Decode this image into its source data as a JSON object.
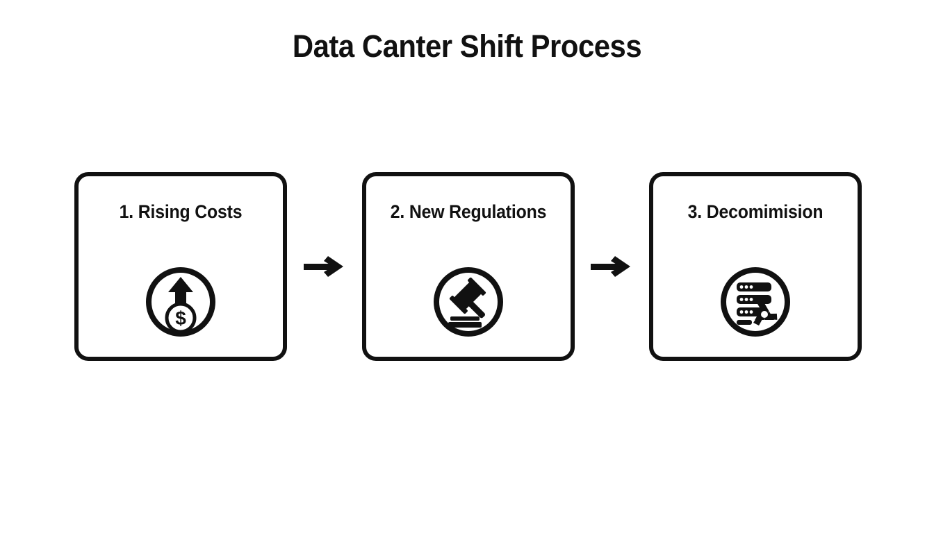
{
  "page": {
    "title": "Data Canter Shift Process",
    "background_color": "#ffffff",
    "ink_color": "#111111"
  },
  "diagram": {
    "type": "linear-process-flow",
    "orientation": "horizontal",
    "step_count": 3,
    "connector_count": 2,
    "steps": [
      {
        "index": "1",
        "label": "1. Rising Costs",
        "icon_name": "rising-cost-arrow-dollar-icon",
        "icon_description": "circle containing upward arrow above a dollar coin"
      },
      {
        "index": "2",
        "label": "2. New Regulations",
        "icon_name": "gavel-icon",
        "icon_description": "circle containing a judge gavel with sound block"
      },
      {
        "index": "3",
        "label": "3. Decomimision",
        "icon_name": "server-recycle-icon",
        "icon_description": "circle containing stacked server racks with recycling symbol"
      }
    ],
    "connectors": [
      {
        "icon_name": "arrow-right-icon",
        "from": "1",
        "to": "2"
      },
      {
        "icon_name": "arrow-right-icon",
        "from": "2",
        "to": "3"
      }
    ]
  }
}
